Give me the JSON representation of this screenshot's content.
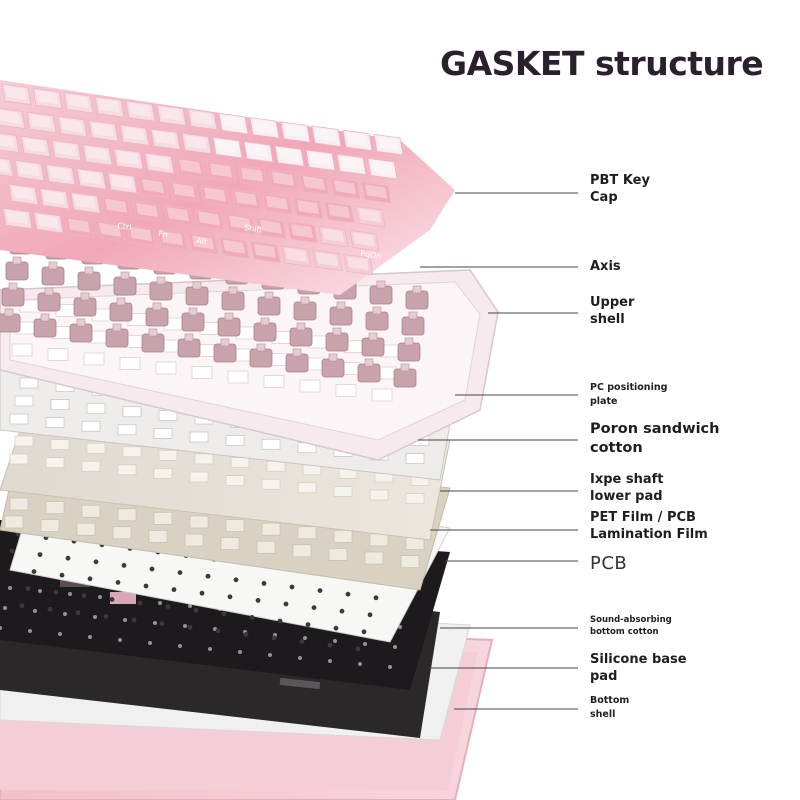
{
  "title": "GASKET structure",
  "layers": [
    {
      "id": "keycap",
      "label": "PBT Key\nCap"
    },
    {
      "id": "axis",
      "label": "Axis"
    },
    {
      "id": "upper-shell",
      "label": "Upper\nshell"
    },
    {
      "id": "pc-plate",
      "label": "PC positioning\nplate"
    },
    {
      "id": "poron",
      "label": "Poron sandwich\ncotton"
    },
    {
      "id": "ixpe",
      "label": "Ixpe shaft\nlower pad"
    },
    {
      "id": "pet",
      "label": "PET Film / PCB\nLamination Film"
    },
    {
      "id": "pcb",
      "label": "PCB"
    },
    {
      "id": "sound-cotton",
      "label": "Sound-absorbing\nbottom cotton"
    },
    {
      "id": "silicone",
      "label": "Silicone base\npad"
    },
    {
      "id": "bottom-shell",
      "label": "Bottom\nshell"
    }
  ],
  "keycap_legends": [
    "Ctrl",
    "Fn",
    "Alt",
    "Shift",
    "PgDn"
  ],
  "colors": {
    "title": "#2a1f2d",
    "leader_line": "#444444",
    "keycap_pink": "#f2a3b3",
    "keycap_white": "#f8eef1",
    "switch": "#c9a3ab",
    "pcb": "#1c1a1c",
    "bottom_shell": "#f2c6d0"
  }
}
